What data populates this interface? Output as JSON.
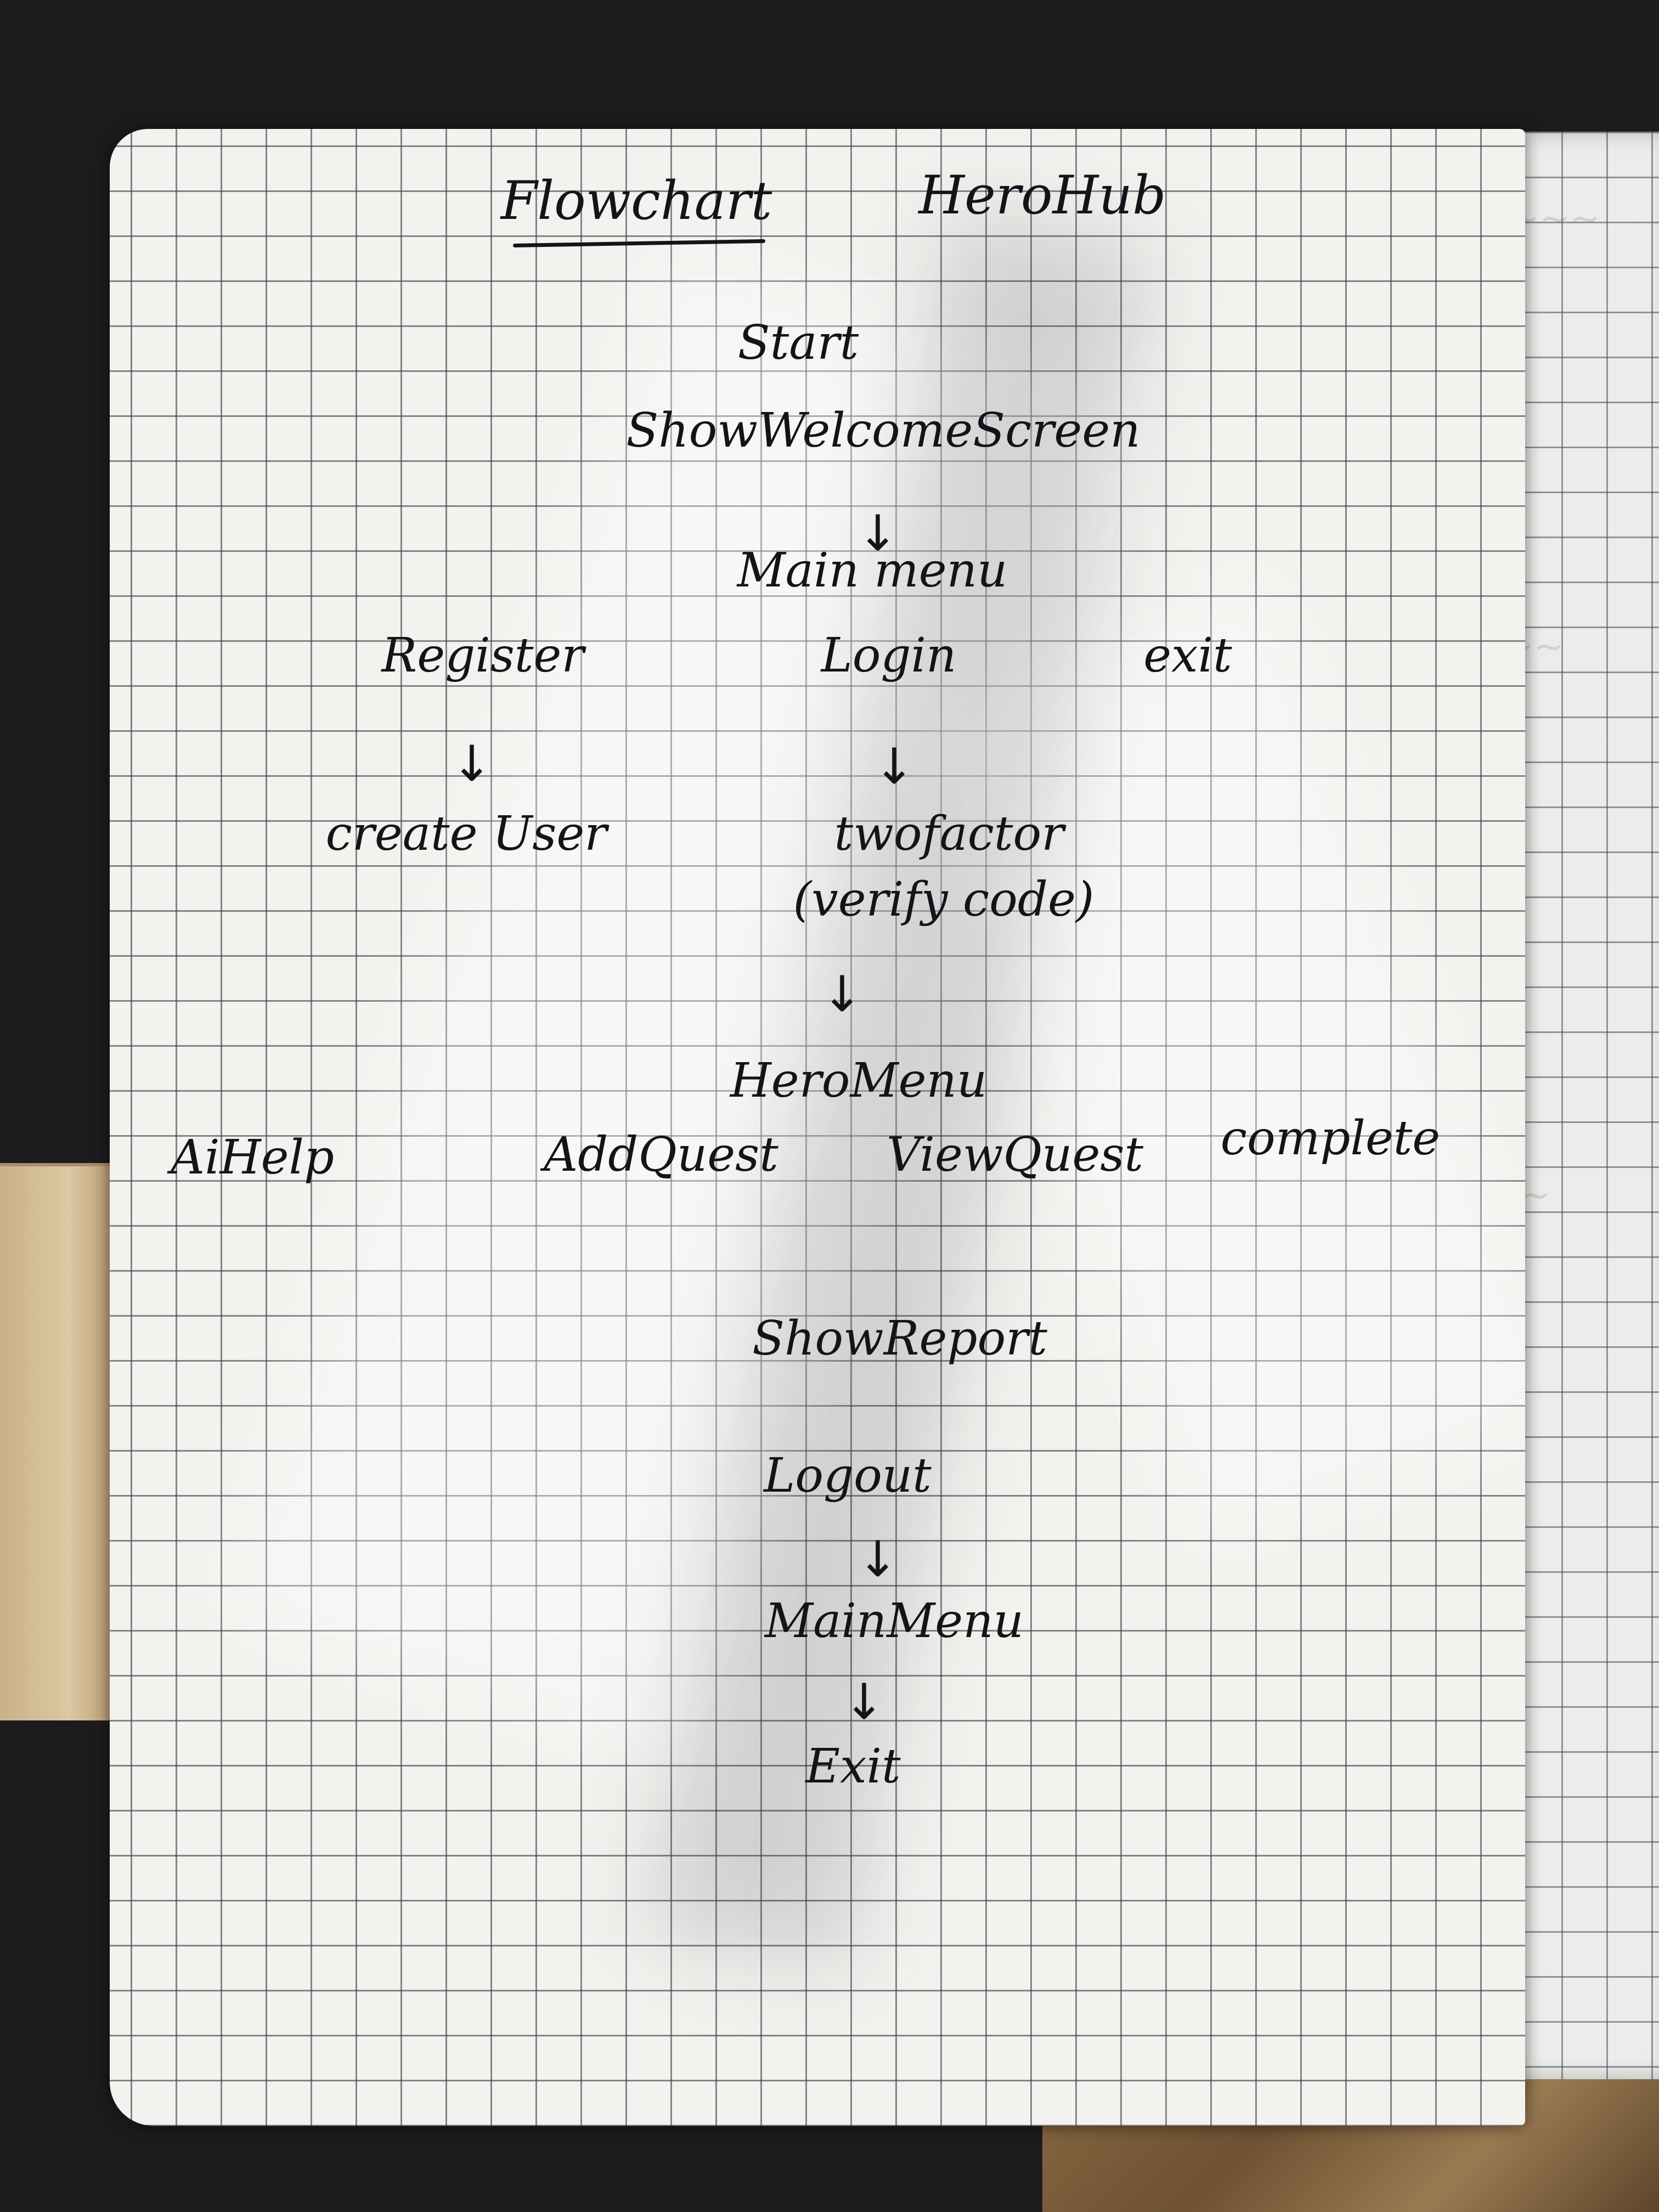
{
  "heading": {
    "left": "Flowchart",
    "right": "HeroHub"
  },
  "nodes": {
    "start": "Start",
    "welcome": "ShowWelcomeScreen",
    "main_menu": "Main menu",
    "register": "Register",
    "login": "Login",
    "exit_option": "exit",
    "create_user": "create User",
    "two_factor": "twofactor",
    "verify_code": "(verify code)",
    "hero_menu": "HeroMenu",
    "ai_help": "AiHelp",
    "add_quest": "AddQuest",
    "view_quest": "ViewQuest",
    "complete": "complete",
    "show_report": "ShowReport",
    "logout": "Logout",
    "main_menu_return": "MainMenu",
    "exit_final": "Exit"
  },
  "arrow_glyph": "↓",
  "colors": {
    "ink": "#141418",
    "paper": "#f3f2ef",
    "grid": "#3c404c"
  }
}
